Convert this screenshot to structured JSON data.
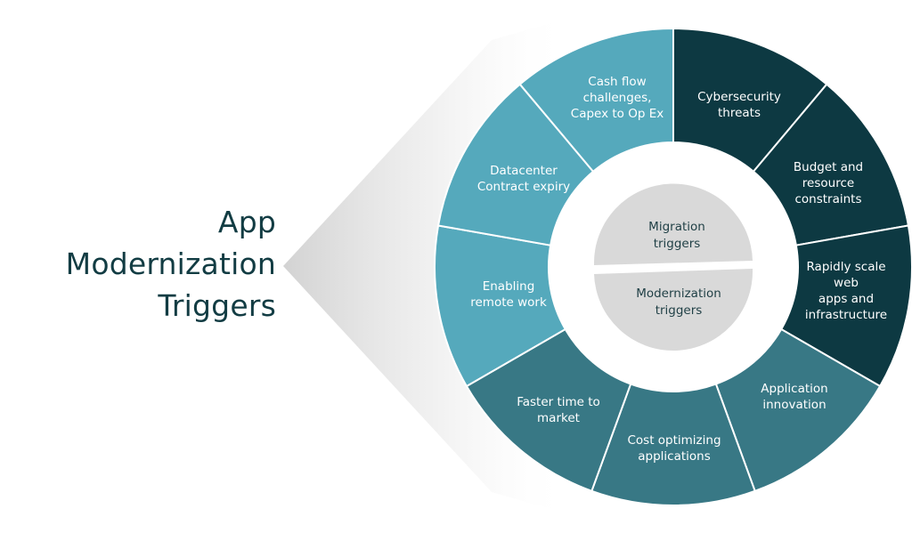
{
  "title": {
    "lines": [
      "App",
      "Modernization",
      "Triggers"
    ]
  },
  "center": {
    "top_label": [
      "Migration",
      "triggers"
    ],
    "bottom_label": [
      "Modernization",
      "triggers"
    ]
  },
  "colors": {
    "migration_light": "#55a9bc",
    "migration_dark": "#0d3942",
    "modernization_mid": "#387885",
    "center_disc": "#d9d9d9",
    "title_text": "#123c43",
    "segment_text": "#ffffff",
    "cone_shadow": "#c8c8c8"
  },
  "segments": [
    {
      "id": "cybersecurity",
      "group": "dark",
      "lines": [
        "Cybersecurity",
        "threats"
      ]
    },
    {
      "id": "budget",
      "group": "dark",
      "lines": [
        "Budget and",
        "resource",
        "constraints"
      ]
    },
    {
      "id": "rapidly-scale",
      "group": "dark",
      "lines": [
        "Rapidly scale",
        "web",
        "apps and",
        "infrastructure"
      ]
    },
    {
      "id": "application-innovation",
      "group": "mid",
      "lines": [
        "Application",
        "innovation"
      ]
    },
    {
      "id": "cost-optimizing",
      "group": "mid",
      "lines": [
        "Cost optimizing",
        "applications"
      ]
    },
    {
      "id": "faster-time",
      "group": "mid",
      "lines": [
        "Faster time to",
        "market"
      ]
    },
    {
      "id": "remote-work",
      "group": "light",
      "lines": [
        "Enabling",
        "remote work"
      ]
    },
    {
      "id": "datacenter",
      "group": "light",
      "lines": [
        "Datacenter",
        "Contract expiry"
      ]
    },
    {
      "id": "cash-flow",
      "group": "light",
      "lines": [
        "Cash flow",
        "challenges,",
        "Capex to Op Ex"
      ]
    }
  ]
}
